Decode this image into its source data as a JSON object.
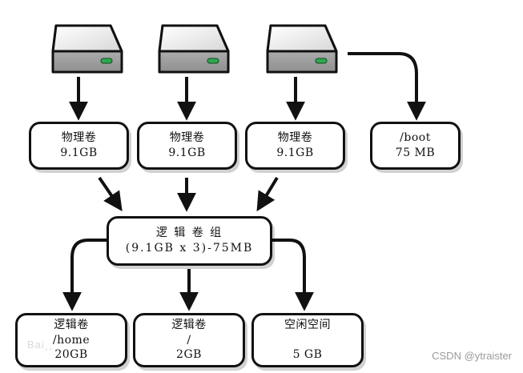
{
  "physical_volumes": [
    {
      "label": "物理卷",
      "size": "9.1GB"
    },
    {
      "label": "物理卷",
      "size": "9.1GB"
    },
    {
      "label": "物理卷",
      "size": "9.1GB"
    }
  ],
  "boot": {
    "label": "/boot",
    "size": "75 MB"
  },
  "volume_group": {
    "label": "逻 辑 卷 组",
    "size": "(9.1GB x 3)-75MB"
  },
  "logical_volumes": [
    {
      "label": "逻辑卷",
      "mount": "/home",
      "size": "20GB"
    },
    {
      "label": "逻辑卷",
      "mount": "/",
      "size": "2GB"
    },
    {
      "label": "空闲空间",
      "mount": "",
      "size": "5 GB"
    }
  ],
  "watermark": "CSDN @ytraister",
  "baidu_watermark": "Bai¸¸"
}
